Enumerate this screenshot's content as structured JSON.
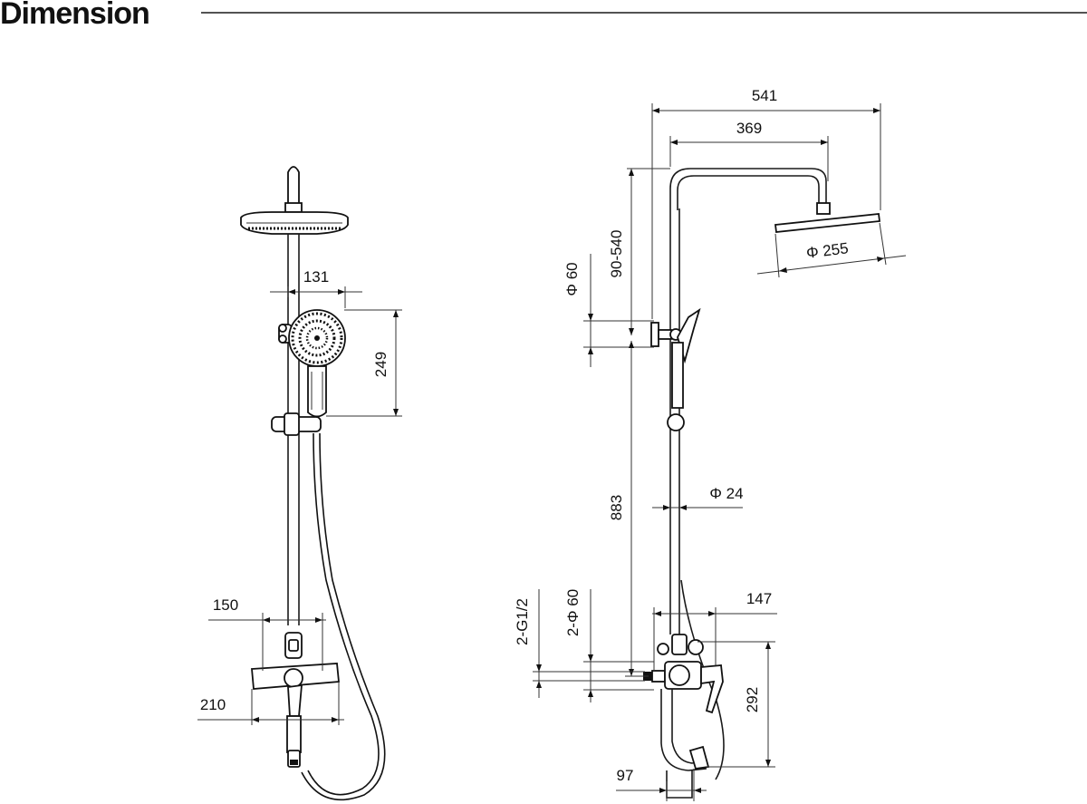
{
  "header": {
    "title": "Dimension"
  },
  "front_view": {
    "dims": {
      "handshower_width": "131",
      "handshower_height": "249",
      "mixer_top_width": "150",
      "mixer_bottom_width": "210"
    }
  },
  "side_view": {
    "dims": {
      "arm_total": "541",
      "arm_inner": "369",
      "head_diameter": "Φ 255",
      "adjust_range": "90-540",
      "bracket_spacing": "Φ 60",
      "rail_height": "883",
      "pipe_diameter": "Φ 24",
      "inlet_thread": "2-G1/2",
      "inlet_spacing": "2-Φ 60",
      "mixer_depth": "147",
      "mixer_height": "292",
      "spout_projection": "97"
    }
  }
}
